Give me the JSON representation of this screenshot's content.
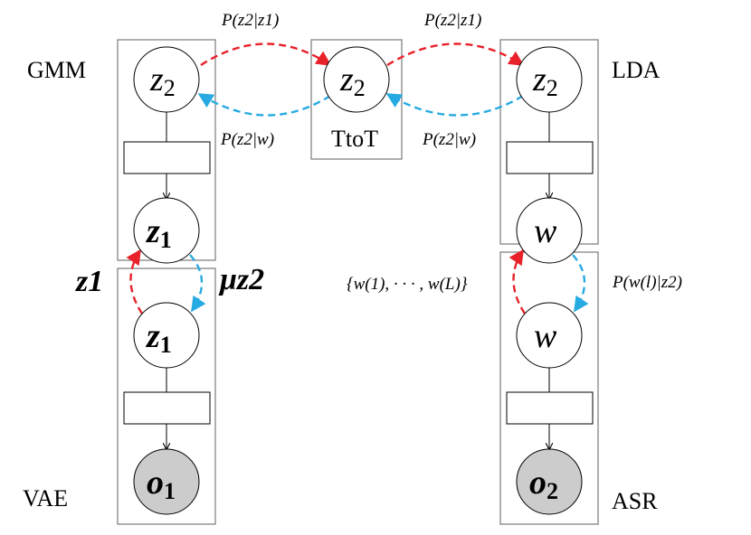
{
  "blocks": {
    "gmm": "GMM",
    "tto_t": "TtoT",
    "lda": "LDA",
    "vae": "VAE",
    "asr": "ASR"
  },
  "edge_labels": {
    "gmm_to_ttot": "P(z2|z1)",
    "ttot_to_lda": "P(z2|z1)",
    "ttot_to_gmm": "P(z2|w)",
    "lda_to_ttot": "P(z2|w)",
    "left_vertical_up": "z1",
    "left_vertical_down": "μz2",
    "right_vertical_up": "{w(1), · · · , w(L)}",
    "right_vertical_down": "P(w(l)|z2)"
  },
  "nodes": {
    "gmm_z2": {
      "var": "z",
      "sub": "2"
    },
    "gmm_z1": {
      "var": "z",
      "sub": "1"
    },
    "tto_t_z2": {
      "var": "z",
      "sub": "2"
    },
    "lda_z2": {
      "var": "z",
      "sub": "2"
    },
    "lda_w": {
      "var": "w"
    },
    "vae_z1": {
      "var": "z",
      "sub": "1"
    },
    "vae_o1": {
      "var": "o",
      "sub": "1"
    },
    "asr_w": {
      "var": "w"
    },
    "asr_o2": {
      "var": "o",
      "sub": "2"
    }
  },
  "colors": {
    "forward_arrow": "#e8212a",
    "backward_arrow": "#27aae1",
    "observed_node": "#cccccc",
    "frame": "#7a7a7a",
    "line": "#000000"
  }
}
